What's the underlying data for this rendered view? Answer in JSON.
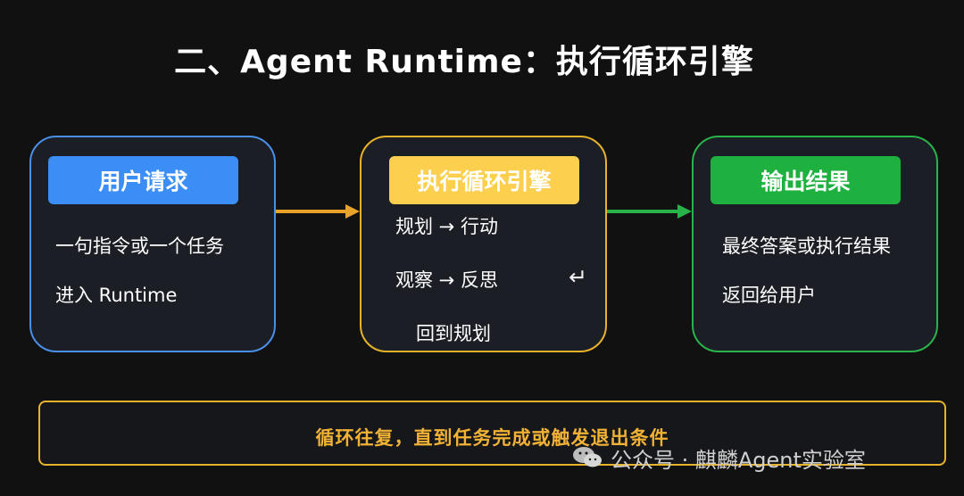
{
  "title": "二、Agent Runtime：执行循环引擎",
  "cards": [
    {
      "header": "用户请求",
      "lines": [
        "一句指令或一个任务",
        "进入 Runtime"
      ],
      "color": "#3a8ef6"
    },
    {
      "header": "执行循环引擎",
      "lines": [
        "规划 → 行动",
        "观察 → 反思",
        "回到规划"
      ],
      "loop_symbol": "↵",
      "color": "#fccf4f"
    },
    {
      "header": "输出结果",
      "lines": [
        "最终答案或执行结果",
        "返回给用户"
      ],
      "color": "#1eb13f"
    }
  ],
  "footer": "循环往复，直到任务完成或触发退出条件",
  "watermark": {
    "icon": "wechat-icon",
    "text": "公众号 · 麒麟Agent实验室"
  },
  "colors": {
    "background": "#111112",
    "card_background": "#1c1e25",
    "blue": "#4a8fe8",
    "yellow": "#e8b22a",
    "green": "#29b44a",
    "footer_text": "#f2b235"
  }
}
